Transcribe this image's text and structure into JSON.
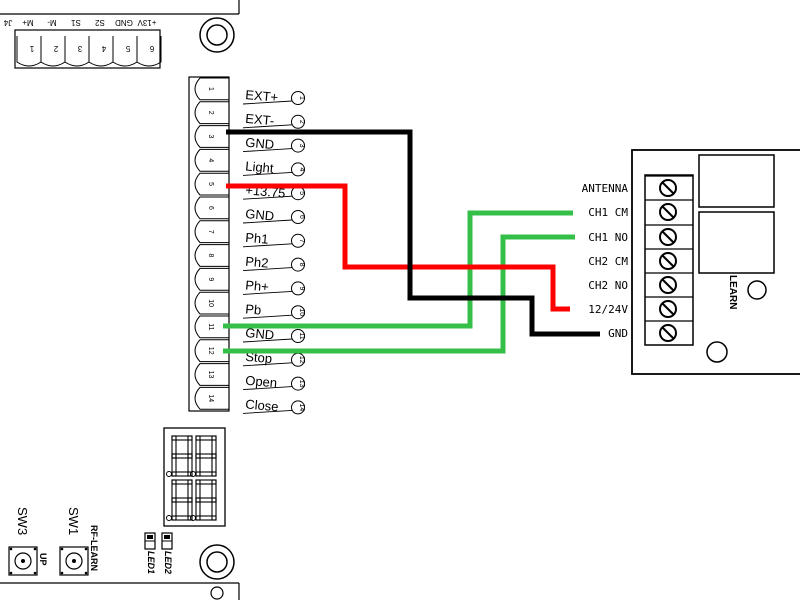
{
  "top_connector": {
    "labels": [
      "+13V",
      "GND",
      "S2",
      "S1",
      "M-",
      "M+",
      "J4"
    ],
    "pins": [
      "1",
      "2",
      "3",
      "4",
      "5",
      "6"
    ]
  },
  "main_terminal": {
    "pins": [
      "1",
      "2",
      "3",
      "4",
      "5",
      "6",
      "7",
      "8",
      "9",
      "10",
      "11",
      "12",
      "13",
      "14"
    ],
    "labels": [
      "EXT+",
      "EXT-",
      "GND",
      "Light",
      "+13.75",
      "GND",
      "Ph1",
      "Ph2",
      "Ph+",
      "Pb",
      "GND",
      "Stop",
      "Open",
      "Close"
    ],
    "circled": [
      "1",
      "2",
      "3",
      "4",
      "5",
      "6",
      "7",
      "8",
      "9",
      "10",
      "11",
      "12",
      "13",
      "14"
    ]
  },
  "display": {
    "digits": [
      "8",
      "8",
      "8",
      "8"
    ]
  },
  "buttons": {
    "sw3": {
      "label": "SW3",
      "sublabel": "UP"
    },
    "sw1": {
      "label": "SW1",
      "sublabel": "RF-LEARN"
    }
  },
  "leds": {
    "led1": "LED1",
    "led2": "LED2"
  },
  "receiver": {
    "terminals": [
      "ANTENNA",
      "CH1 CM",
      "CH1 NO",
      "CH2 CM",
      "CH2 NO",
      "12/24V",
      "GND"
    ],
    "learn_label": "LEARN"
  },
  "wire_colors": {
    "black": "#000000",
    "red": "#ff0000",
    "green": "#34c048"
  }
}
